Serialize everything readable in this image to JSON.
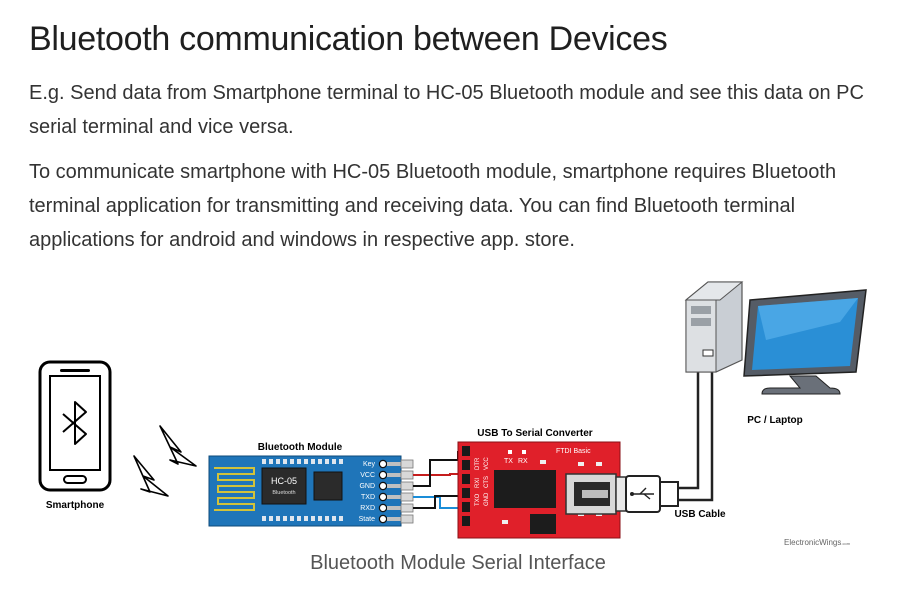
{
  "title": "Bluetooth communication between Devices",
  "paragraph1": "E.g. Send data from Smartphone terminal to HC-05 Bluetooth module and see this data on PC serial terminal and vice versa.",
  "paragraph2": "To communicate smartphone with HC-05 Bluetooth module, smartphone requires Bluetooth terminal application for transmitting and receiving data. You can find Bluetooth terminal applications for android and windows in respective app. store.",
  "diagram": {
    "smartphone_label": "Smartphone",
    "bt_module_label": "Bluetooth Module",
    "hc05_text": "HC-05",
    "hc05_sub": "Bluetooth",
    "pins": [
      "Key",
      "VCC",
      "GND",
      "TXD",
      "RXD",
      "State"
    ],
    "usb_converter_label": "USB To Serial Converter",
    "ftdi_text": "FTDI Basic",
    "tx_label": "TX",
    "rx_label": "RX",
    "ftdi_pins": [
      "DTR",
      "RXI",
      "TXO",
      "VCC",
      "CTS",
      "GND"
    ],
    "pc_label": "PC / Laptop",
    "usb_cable_label": "USB Cable",
    "watermark": "ElectronicWings",
    "watermark_suffix": ".com"
  },
  "caption": "Bluetooth Module Serial Interface"
}
